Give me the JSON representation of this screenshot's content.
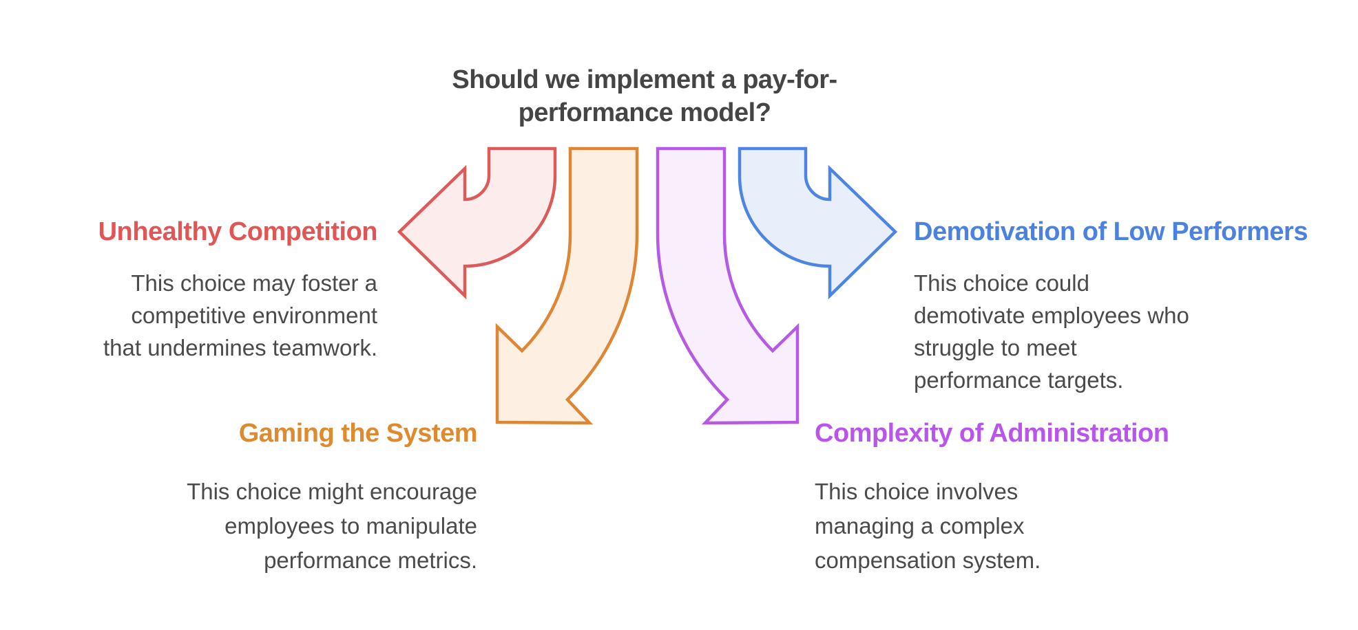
{
  "title": {
    "line1": "Should we implement a pay-for-",
    "line2": "performance model?"
  },
  "colors": {
    "background": "#ffffff",
    "title_text": "#454545",
    "body_text": "#4a4a4a"
  },
  "branches": [
    {
      "id": "unhealthy-competition",
      "direction": "left",
      "heading": "Unhealthy Competition",
      "body": "This choice may foster a\ncompetitive environment\nthat undermines teamwork.",
      "heading_color": "#e25555",
      "arrow_stroke": "#dd5a5a",
      "arrow_fill": "#fdecec"
    },
    {
      "id": "gaming-the-system",
      "direction": "down-left",
      "heading": "Gaming the System",
      "body": "This choice might encourage\nemployees to manipulate\nperformance metrics.",
      "heading_color": "#de8a2e",
      "arrow_stroke": "#dd8633",
      "arrow_fill": "#fdf0e2"
    },
    {
      "id": "complexity-of-administration",
      "direction": "down-right",
      "heading": "Complexity of Administration",
      "body": "This choice involves\nmanaging a complex\ncompensation system.",
      "heading_color": "#ba55ec",
      "arrow_stroke": "#b55ae2",
      "arrow_fill": "#f8eefc"
    },
    {
      "id": "demotivation-of-low-performers",
      "direction": "right",
      "heading": "Demotivation of Low Performers",
      "body": "This choice could\ndemotivate employees who\nstruggle to meet\nperformance targets.",
      "heading_color": "#4b82e0",
      "arrow_stroke": "#4d86e0",
      "arrow_fill": "#e8effb"
    }
  ]
}
